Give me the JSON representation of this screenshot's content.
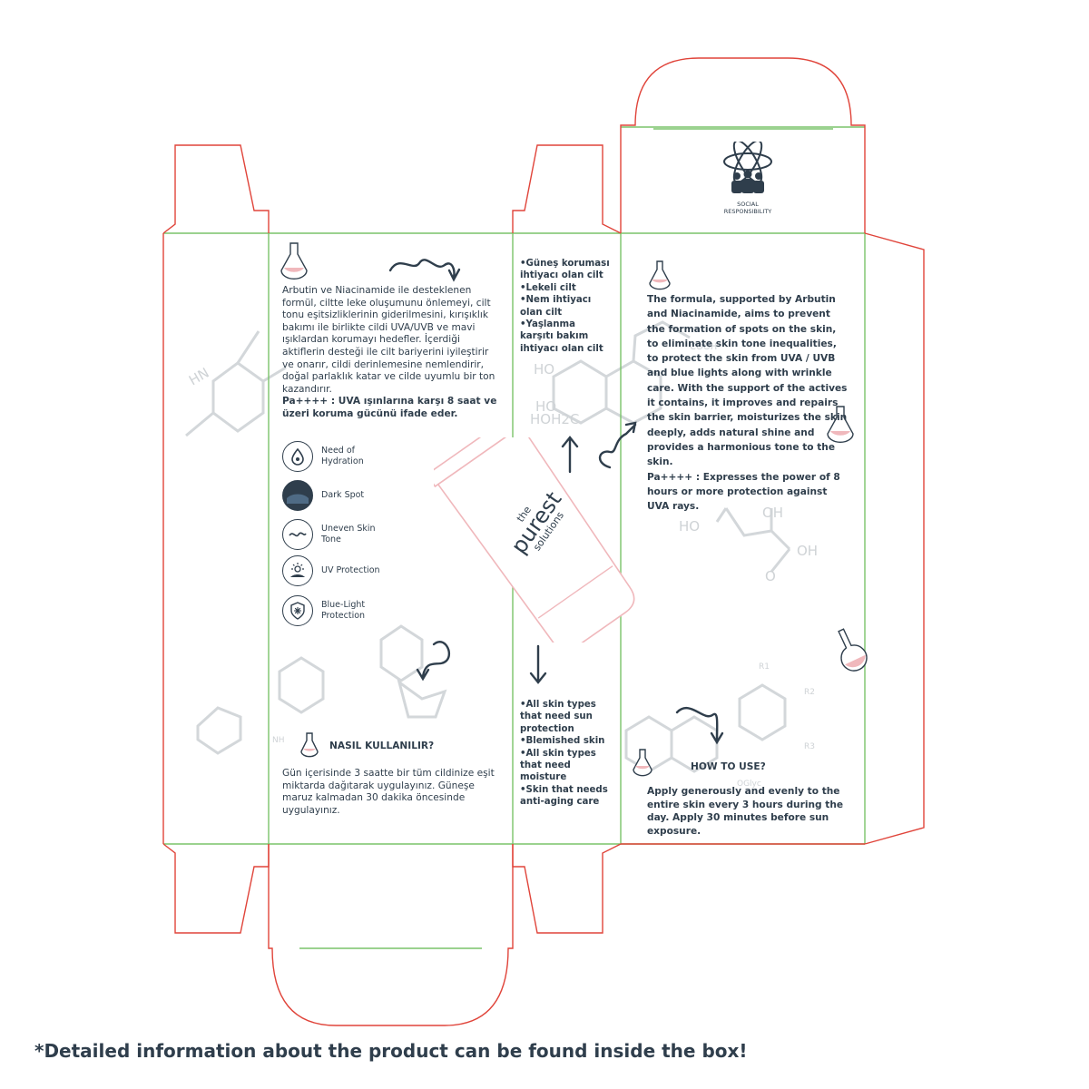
{
  "left_panel": {
    "description_tr": "Arbutin ve Niacinamide ile desteklenen formül, ciltte leke oluşumunu önlemeyi, cilt tonu eşitsizliklerinin giderilmesini, kırışıklık bakımı ile birlikte cildi UVA/UVB ve mavi ışıklardan korumayı hedefler. İçerdiği aktiflerin desteği ile cilt bariyerini iyileştirir ve onarır, cildi derinlemesine nemlendirir, doğal parlaklık katar ve cilde uyumlu bir ton kazandırır.",
    "pa_note_tr": "Pa++++ : UVA ışınlarına karşı 8 saat ve üzeri koruma gücünü ifade eder.",
    "features": [
      {
        "icon": "hydration-drop-icon",
        "label": "Need of Hydration"
      },
      {
        "icon": "dark-spot-icon",
        "label": "Dark Spot"
      },
      {
        "icon": "uneven-tone-icon",
        "label": "Uneven Skin Tone"
      },
      {
        "icon": "uv-protection-icon",
        "label": "UV Protection"
      },
      {
        "icon": "blue-light-icon",
        "label": "Blue-Light Protection"
      }
    ],
    "usage_heading_tr": "NASIL KULLANILIR?",
    "usage_tr": "Gün içerisinde 3 saatte bir tüm cildinize eşit miktarda dağıtarak uygulayınız. Güneşe maruz kalmadan 30 dakika öncesinde uygulayınız."
  },
  "middle_panel": {
    "skin_types_tr": [
      "•Güneş koruması ihtiyacı olan cilt",
      "•Lekeli cilt",
      "•Nem ihtiyacı olan cilt",
      "•Yaşlanma karşıtı bakım ihtiyacı olan cilt"
    ],
    "skin_types_en": [
      "•All skin types that need sun protection",
      "•Blemished skin",
      "•All skin types that need moisture",
      "•Skin that needs anti-aging care"
    ],
    "brand": {
      "line1": "the",
      "line2": "purest",
      "line3": "solutions"
    }
  },
  "right_panel": {
    "description_en": "The formula, supported by Arbutin and Niacinamide, aims to prevent the formation of spots on the skin, to eliminate skin tone inequalities, to protect the skin from UVA / UVB and blue lights along with wrinkle care. With the support of the actives it contains, it improves and repairs the skin barrier, moisturizes the skin deeply, adds natural shine and provides a harmonious tone to the skin.",
    "pa_note_en": "Pa++++ : Expresses the power of 8 hours or more protection against UVA rays.",
    "usage_heading_en": "HOW TO USE?",
    "usage_en": "Apply generously and evenly to the entire skin every 3 hours during the day. Apply 30 minutes before sun exposure."
  },
  "top_flap": {
    "badge": "SOCIAL RESPONSIBILITY"
  },
  "chem_labels": {
    "ho1": "HO",
    "ho2": "HO",
    "hoh2c": "HOH2C",
    "ho3": "HO",
    "oh1": "OH",
    "oh2": "OH",
    "o": "O",
    "hn": "HN",
    "cooh": "COOH",
    "oglc": "OGlyc",
    "r1": "R1",
    "r2": "R2",
    "r3": "R3",
    "nh": "NH"
  },
  "footer": "*Detailed information about the product can be found inside the box!",
  "colors": {
    "cut_line": "#e0443a",
    "fold_line": "#7ac36a",
    "text": "#2f3e4c",
    "accent_pink": "#f0b8bc",
    "chem_gray": "#cfd3d6"
  }
}
